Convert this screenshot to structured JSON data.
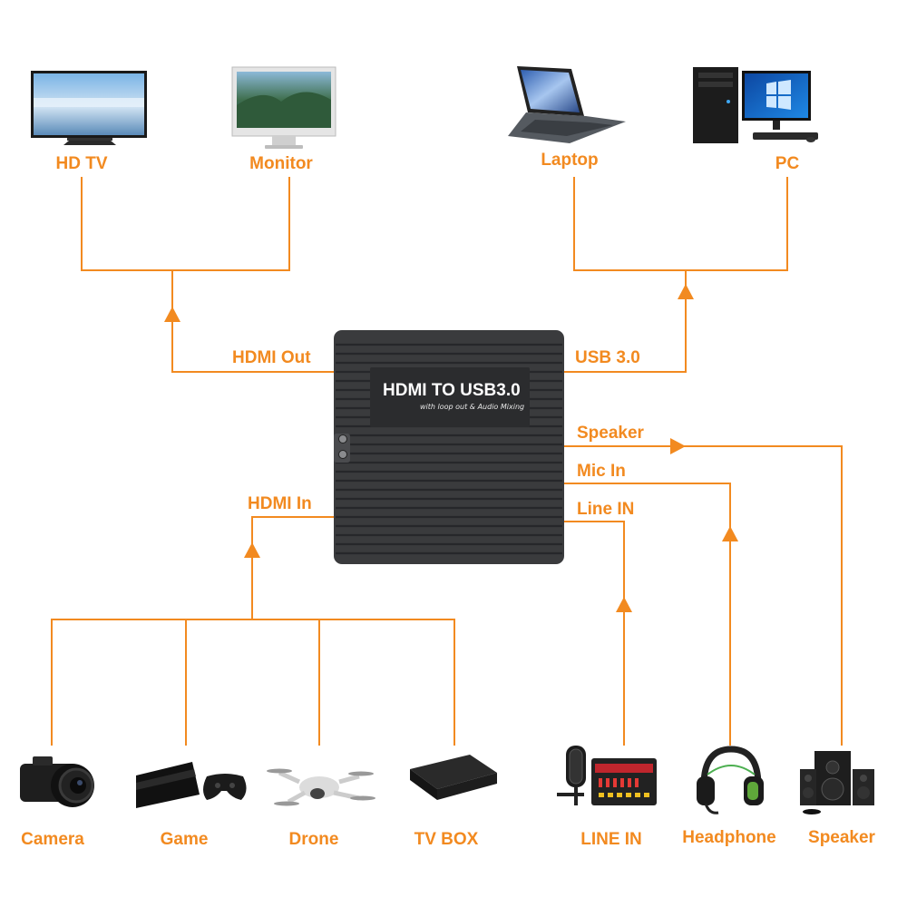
{
  "device": {
    "title": "HDMI TO USB3.0",
    "subtitle": "with loop out & Audio Mixing"
  },
  "ports": {
    "hdmi_out": "HDMI Out",
    "usb": "USB 3.0",
    "speaker": "Speaker",
    "mic_in": "Mic In",
    "line_in": "Line IN",
    "hdmi_in": "HDMI In"
  },
  "outputs": {
    "hd_tv": "HD TV",
    "monitor": "Monitor",
    "laptop": "Laptop",
    "pc": "PC"
  },
  "sources": {
    "camera": "Camera",
    "game": "Game",
    "drone": "Drone",
    "tv_box": "TV BOX"
  },
  "audio_devices": {
    "line_in": "LINE IN",
    "headphone": "Headphone",
    "speaker": "Speaker"
  },
  "colors": {
    "accent": "#f28a20",
    "device_body": "#3a3b3d",
    "device_dark": "#2a2b2d"
  }
}
